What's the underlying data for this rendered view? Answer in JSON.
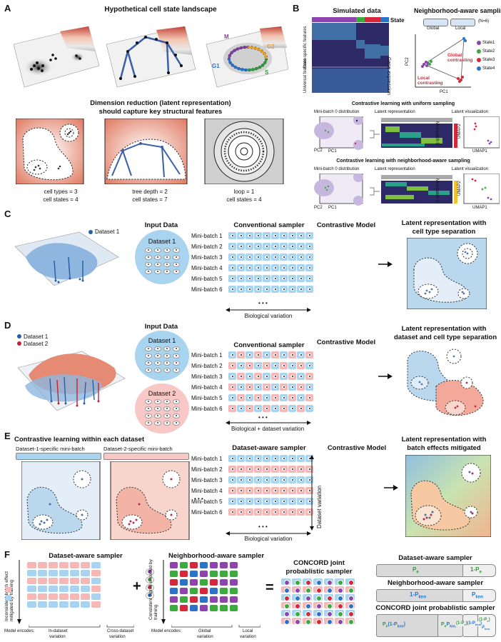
{
  "panel_letters": [
    "A",
    "B",
    "C",
    "D",
    "E",
    "F"
  ],
  "panelA": {
    "title": "Hypothetical cell state landscape",
    "loop_labels": [
      "M",
      "G2",
      "G1",
      "S"
    ],
    "subtitle_line1": "Dimension reduction (latent representation)",
    "subtitle_line2": "should capture key structural features",
    "captions": [
      {
        "line1": "cell types = 3",
        "line2": "cell states = 4"
      },
      {
        "line1": "tree depth = 2",
        "line2": "cell states = 7"
      },
      {
        "line1": "loop = 1",
        "line2": "cell states = 4"
      }
    ]
  },
  "panelB": {
    "simulated_title": "Simulated data",
    "state_label": "State",
    "gene_expression": "Gene expression",
    "state_specific": "State-specific features",
    "universal": "Universal features",
    "nas_title": "Neighborhood-aware sampling",
    "n_label": "(N=6)",
    "global_label": "Global",
    "local_label": "Local",
    "pc1": "PC1",
    "pc2": "PC2",
    "global_contrasting": "Global contrasting",
    "local_contrasting": "Local contrasting",
    "legend": [
      {
        "name": "State1",
        "color": "#8e44ad"
      },
      {
        "name": "State2",
        "color": "#3daa3d"
      },
      {
        "name": "State3",
        "color": "#d6283a"
      },
      {
        "name": "State4",
        "color": "#2a73c8"
      }
    ],
    "uniform_title": "Contrastive learning with uniform sampling",
    "neighborhood_title": "Contrastive learning with neighborhood-aware sampling",
    "minibatch_dist": "Mini-batch 0 distribution",
    "latent_repr": "Latent representation",
    "latent_vis": "Latent visualization",
    "minibatch0": "Mini-batch 0",
    "umap1": "UMAP1",
    "umap2": "UMAP2"
  },
  "panelC": {
    "legend": "Dataset 1",
    "input_title": "Input Data",
    "dataset_label": "Dataset 1",
    "sampler_title": "Conventional sampler",
    "minibatches": [
      "Mini-batch 1",
      "Mini-batch 2",
      "Mini-batch 3",
      "Mini-batch 4",
      "Mini-batch 5",
      "Mini-batch 6"
    ],
    "ellipsis": "• • •",
    "variation": "Biological variation",
    "model_title": "Contrastive Model",
    "result_line1": "Latent representation with",
    "result_line2": "cell type separation"
  },
  "panelD": {
    "legend1": "Dataset 1",
    "legend2": "Dataset 2",
    "input_title": "Input Data",
    "dataset1": "Dataset 1",
    "dataset2": "Dataset 2",
    "sampler_title": "Conventional sampler",
    "minibatches": [
      "Mini-batch 1",
      "Mini-batch 2",
      "Mini-batch 3",
      "Mini-batch 4",
      "Mini-batch 5",
      "Mini-batch 6"
    ],
    "ellipsis": "• • •",
    "variation": "Biological + dataset variation",
    "model_title": "Contrastive Model",
    "result_line1": "Latent representation with",
    "result_line2": "dataset and cell type separation"
  },
  "panelE": {
    "title": "Contrastive learning within each dataset",
    "mb1_label": "Dataset-1-specific mini-batch",
    "mb2_label": "Dataset-2-specific mini-batch",
    "dots": "• • •",
    "sampler_title": "Dataset-aware sampler",
    "minibatches": [
      "Mini-batch 1",
      "Mini-batch 2",
      "Mini-batch 3",
      "Mini-batch 4",
      "Mini-batch 5",
      "Mini-batch 6"
    ],
    "ellipsis": "• • •",
    "variation": "Biological variation",
    "dataset_variation": "Dataset variation",
    "model_title": "Contrastive Model",
    "result_line1": "Latent representation with",
    "result_line2": "batch effects mitigated"
  },
  "panelF": {
    "dataset_aware_title": "Dataset-aware sampler",
    "left_axis": "Inconsistent batch effect mitigated by training",
    "plus": "+",
    "neighborhood_title": "Neighborhood-aware sampler",
    "mid_axis": "Consistent signal encoded by training",
    "equals": "=",
    "concord_line1": "CONCORD joint",
    "concord_line2": "probablistic sampler",
    "model_encodes": "Model encodes:",
    "in_dataset": "In-dataset",
    "cross_dataset": "Cross-dataset",
    "variation": "variation",
    "global_var": "Global",
    "local_var": "Local",
    "prob_dataset_title": "Dataset-aware sampler",
    "prob_neighborhood_title": "Neighborhood-aware sampler",
    "prob_concord_title": "CONCORD joint probablistic sampler",
    "p_e": "P",
    "p_e_sub": "e",
    "one_minus_pe": "1-P",
    "pe_sub": "e",
    "one_minus_pknn": "1-P",
    "knn_sub": "knn",
    "p_knn": "P",
    "concord_a": "P",
    "concord_a_sub": "e",
    "concord_a_rest": "(1-P",
    "concord_a_rest_sub": "knn",
    "concord_a_end": ")",
    "concord_b": "P",
    "concord_b_sub1": "e",
    "concord_b_mid": "P",
    "concord_b_sub2": "knn",
    "concord_c": "(1-P",
    "concord_c_sub1": "e",
    "concord_c_mid": ")(1-P",
    "concord_c_sub2": "knn",
    "concord_c_end": ")",
    "concord_d_line1": "(1-P",
    "concord_d_sub1": "e",
    "concord_d_line1_end": ")",
    "concord_d_line2": "P",
    "concord_d_sub2": "knn"
  },
  "colors": {
    "blue_cell": "#a9d4ef",
    "pink_cell": "#f6b7b7",
    "dataset1": "#a9d4ef",
    "dataset2": "#f8c8c6",
    "green_text": "#2d9c3a",
    "blue_text": "#2a73c8"
  }
}
